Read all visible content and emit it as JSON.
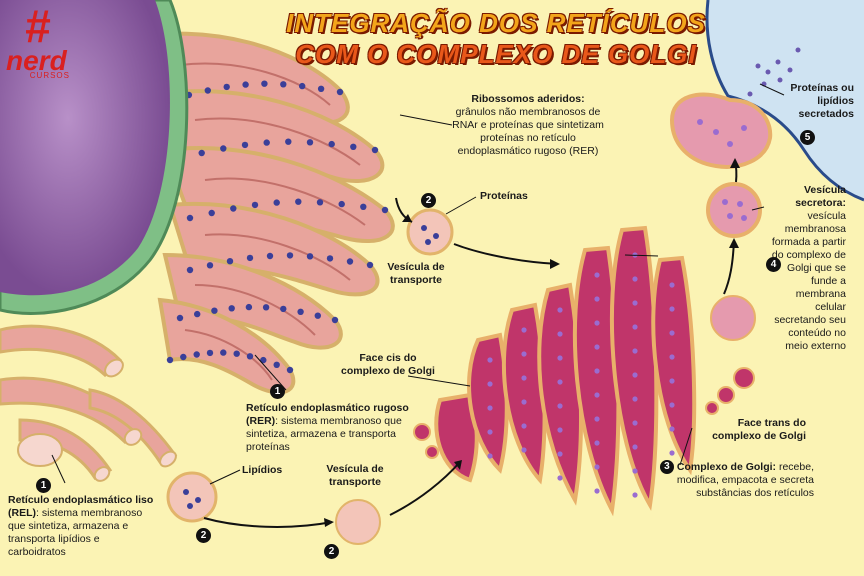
{
  "title": {
    "line1": "INTEGRAÇÃO DOS RETÍCULOS",
    "line2": "COM O COMPLEXO DE GOLGI"
  },
  "logo": {
    "symbol": "#",
    "brand": "nerd",
    "sub": "CURSOS"
  },
  "labels": {
    "ribossomos_title": "Ribossomos aderidos:",
    "ribossomos_desc": "grânulos não membranosos de RNAr e proteínas que sintetizam proteínas no retículo endoplasmático rugoso (RER)",
    "proteinas": "Proteínas",
    "vesicula_transporte_1": "Vesícula de transporte",
    "face_cis": "Face cis do complexo de Golgi",
    "rer_title": "Retículo endoplasmático rugoso (RER)",
    "rer_desc": ": sistema membranoso que sintetiza, armazena e transporta proteínas",
    "lipidios": "Lipídios",
    "vesicula_transporte_2": "Vesícula de transporte",
    "rel_title": "Retículo endoplasmático liso (REL)",
    "rel_desc": ": sistema membranoso que sintetiza, armazena e transporta lipídios e carboidratos",
    "golgi_title": "Complexo de Golgi:",
    "golgi_desc": "recebe, modifica, empacota e secreta substâncias dos retículos",
    "face_trans": "Face trans do complexo de Golgi",
    "vesicula_secretora_title": "Vesícula secretora:",
    "vesicula_secretora_desc": "vesícula membranosa formada a partir do complexo de Golgi que se funde a membrana celular secretando seu conteúdo no meio externo",
    "secretados": "Proteínas ou lipídios secretados"
  },
  "numbers": {
    "n1": "1",
    "n2": "2",
    "n3": "3",
    "n4": "4",
    "n5": "5"
  },
  "colors": {
    "background": "#fbf3b4",
    "nucleus": "#9a6cae",
    "envelope": "#6fae78",
    "membrane": "#e8a49c",
    "golgi": "#c0356a",
    "ribosome": "#3a3f99",
    "extracellular": "#cfe3f2"
  }
}
